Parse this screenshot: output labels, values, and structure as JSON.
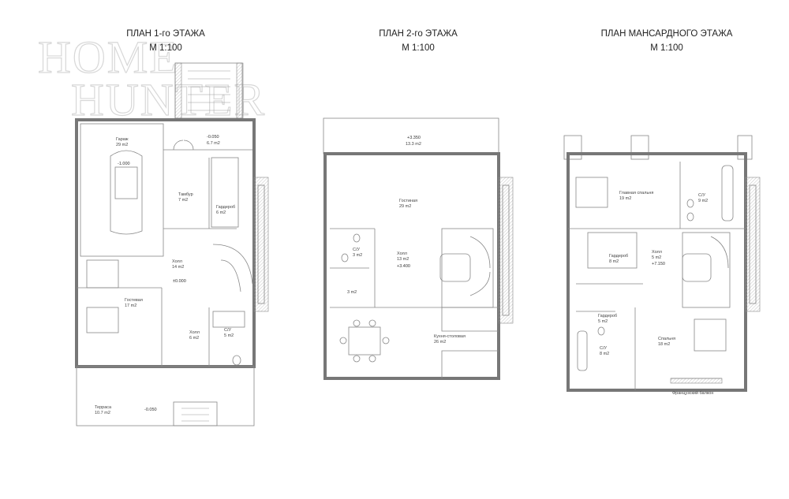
{
  "watermark": {
    "line1": "HOME",
    "line2": "HUNTER"
  },
  "plans": [
    {
      "title": "ПЛАН 1-го ЭТАЖА",
      "scale": "М 1:100",
      "rooms": [
        {
          "name": "Гараж",
          "area": "29 m2"
        },
        {
          "name": "",
          "area": "6.7 m2"
        },
        {
          "name": "Тамбур",
          "area": "7 m2"
        },
        {
          "name": "Гардероб",
          "area": "6 m2"
        },
        {
          "name": "Холл",
          "area": "14 m2"
        },
        {
          "name": "Гостевая",
          "area": "17 m2"
        },
        {
          "name": "Холл",
          "area": "6 m2"
        },
        {
          "name": "С/У",
          "area": "5 m2"
        },
        {
          "name": "Терраса",
          "area": "10.7 m2"
        }
      ],
      "levels": [
        "-1.000",
        "-0.050",
        "±0.000",
        "-0.050"
      ]
    },
    {
      "title": "ПЛАН 2-го ЭТАЖА",
      "scale": "М 1:100",
      "rooms": [
        {
          "name": "",
          "area": "13.3 m2"
        },
        {
          "name": "Гостиная",
          "area": "29 m2"
        },
        {
          "name": "С/У",
          "area": "3 m2"
        },
        {
          "name": "Холл",
          "area": "13 m2"
        },
        {
          "name": "",
          "area": "3 m2"
        },
        {
          "name": "Кухня-столовая",
          "area": "26 m2"
        }
      ],
      "levels": [
        "+3.350",
        "+3.400"
      ]
    },
    {
      "title": "ПЛАН МАНСАРДНОГО ЭТАЖА",
      "scale": "М 1:100",
      "rooms": [
        {
          "name": "Главная спальня",
          "area": "19 m2"
        },
        {
          "name": "С/У",
          "area": "9 m2"
        },
        {
          "name": "Гардероб",
          "area": "8 m2"
        },
        {
          "name": "Холл",
          "area": "5 m2"
        },
        {
          "name": "Гардероб",
          "area": "5 m2"
        },
        {
          "name": "С/У",
          "area": "8 m2"
        },
        {
          "name": "Спальня",
          "area": "18 m2"
        }
      ],
      "levels": [
        "+7.150"
      ],
      "balcony_label": "Французский балкон"
    }
  ]
}
